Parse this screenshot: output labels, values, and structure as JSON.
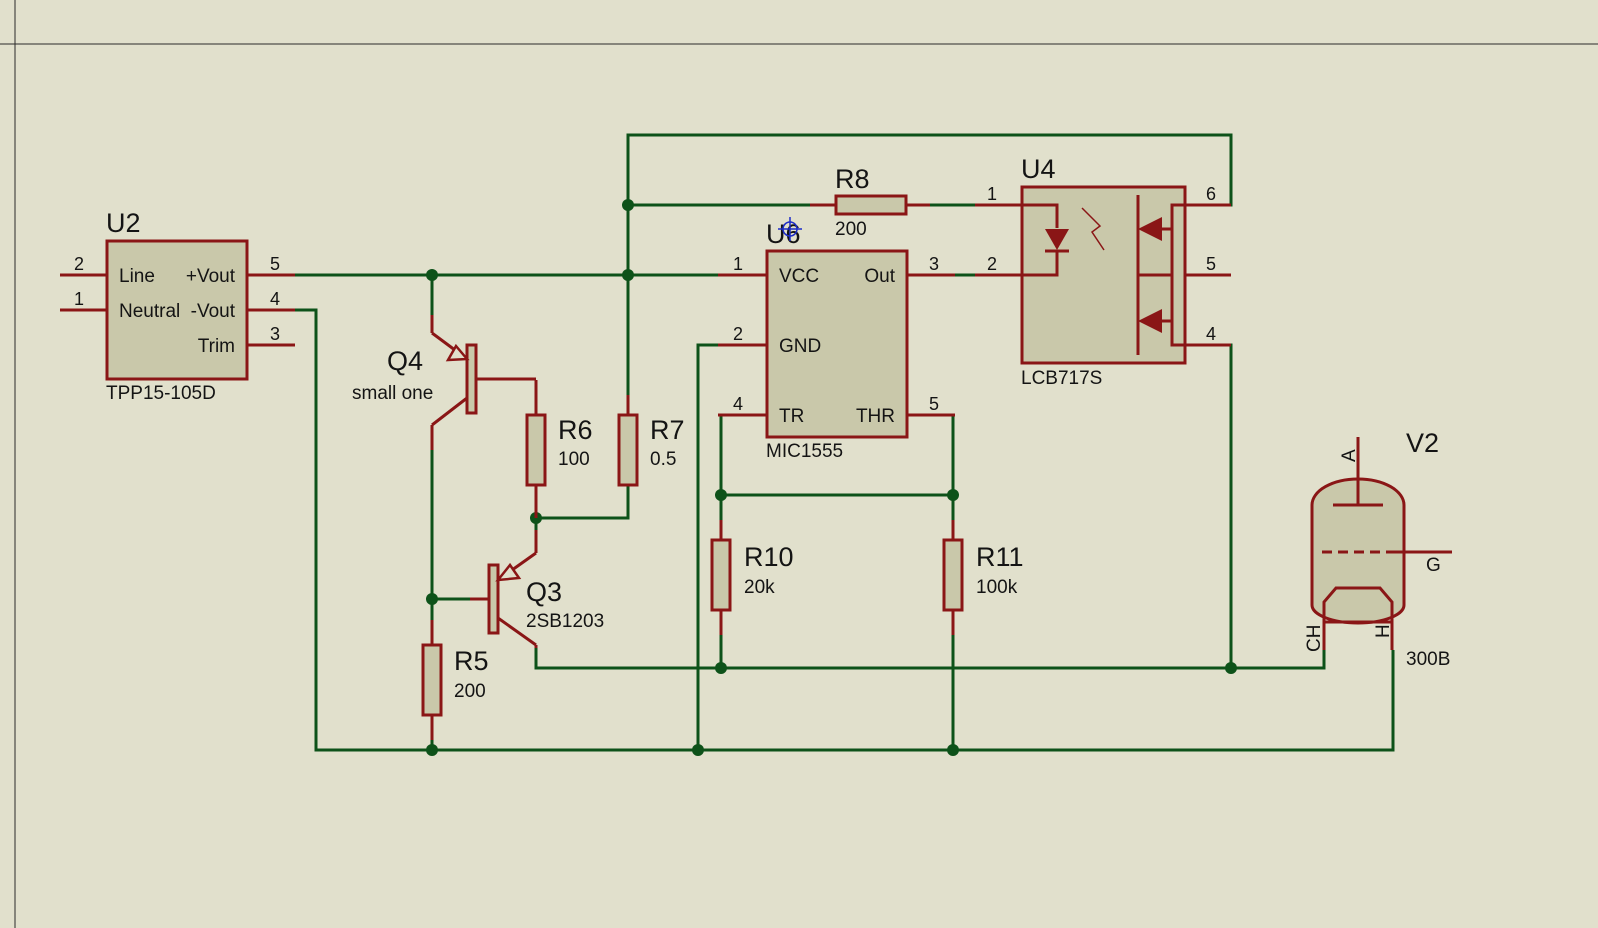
{
  "components": {
    "U2": {
      "ref": "U2",
      "part": "TPP15-105D",
      "pins": [
        {
          "num": "2",
          "name": "Line"
        },
        {
          "num": "1",
          "name": "Neutral"
        },
        {
          "num": "5",
          "name": "+Vout"
        },
        {
          "num": "4",
          "name": "-Vout"
        },
        {
          "num": "3",
          "name": "Trim"
        }
      ]
    },
    "U6": {
      "ref": "U6",
      "part": "MIC1555",
      "pins": [
        {
          "num": "1",
          "name": "VCC"
        },
        {
          "num": "2",
          "name": "GND"
        },
        {
          "num": "4",
          "name": "TR"
        },
        {
          "num": "3",
          "name": "Out"
        },
        {
          "num": "5",
          "name": "THR"
        }
      ]
    },
    "U4": {
      "ref": "U4",
      "part": "LCB717S",
      "pins": [
        "1",
        "2",
        "6",
        "5",
        "4"
      ]
    },
    "Q4": {
      "ref": "Q4",
      "part": "small one"
    },
    "Q3": {
      "ref": "Q3",
      "part": "2SB1203"
    },
    "R5": {
      "ref": "R5",
      "value": "200"
    },
    "R6": {
      "ref": "R6",
      "value": "100"
    },
    "R7": {
      "ref": "R7",
      "value": "0.5"
    },
    "R8": {
      "ref": "R8",
      "value": "200"
    },
    "R10": {
      "ref": "R10",
      "value": "20k"
    },
    "R11": {
      "ref": "R11",
      "value": "100k"
    },
    "V2": {
      "ref": "V2",
      "part": "300B",
      "pins": {
        "anode": "A",
        "grid": "G",
        "cathode": "CH",
        "heater": "H"
      }
    }
  },
  "colors": {
    "background": "#e1e0cc",
    "wire": "#0d5219",
    "component": "#8a1616",
    "body_fill": "#c9c8aa"
  }
}
